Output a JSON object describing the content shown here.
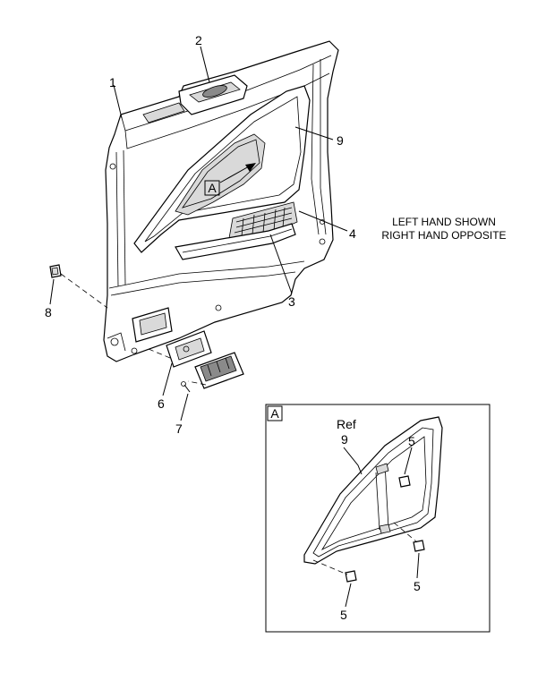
{
  "callouts": {
    "c1": "1",
    "c2": "2",
    "c3": "3",
    "c4": "4",
    "c6": "6",
    "c7": "7",
    "c8": "8",
    "c9": "9"
  },
  "view_marker": "A",
  "note": {
    "line1": "LEFT HAND SHOWN",
    "line2": "RIGHT HAND OPPOSITE"
  },
  "detail": {
    "label": "A",
    "ref": "Ref",
    "ref_num": "9",
    "c5a": "5",
    "c5b": "5",
    "c5c": "5"
  }
}
